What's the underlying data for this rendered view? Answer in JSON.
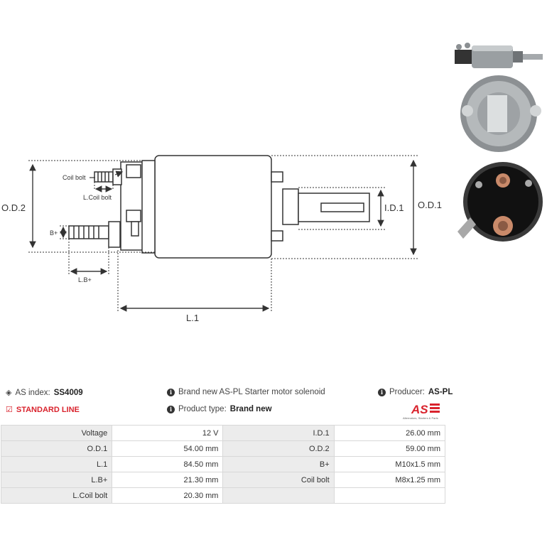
{
  "drawing": {
    "labels": {
      "od2": "O.D.2",
      "od1": "O.D.1",
      "id1": "I.D.1",
      "l1": "L.1",
      "lb": "L.B+",
      "bplus": "B+",
      "coil_bolt": "Coil bolt",
      "l_coil_bolt": "L.Coil bolt"
    }
  },
  "header": {
    "as_index_label": "AS index:",
    "as_index_value": "SS4009",
    "line": "STANDARD LINE",
    "description": "Brand new AS-PL Starter motor solenoid",
    "product_type_label": "Product type:",
    "product_type_value": "Brand new",
    "producer_label": "Producer:",
    "producer_value": "AS-PL",
    "logo_text": "AS",
    "logo_tagline": "Alternators, Starters & Parts"
  },
  "specs": [
    {
      "k1": "Voltage",
      "v1": "12 V",
      "k2": "I.D.1",
      "v2": "26.00 mm"
    },
    {
      "k1": "O.D.1",
      "v1": "54.00 mm",
      "k2": "O.D.2",
      "v2": "59.00 mm"
    },
    {
      "k1": "L.1",
      "v1": "84.50 mm",
      "k2": "B+",
      "v2": "M10x1.5 mm"
    },
    {
      "k1": "L.B+",
      "v1": "21.30 mm",
      "k2": "Coil bolt",
      "v2": "M8x1.25 mm"
    },
    {
      "k1": "L.Coil bolt",
      "v1": "20.30 mm",
      "k2": "",
      "v2": ""
    }
  ],
  "colors": {
    "brand_red": "#d9232d",
    "key_bg": "#ececec"
  }
}
